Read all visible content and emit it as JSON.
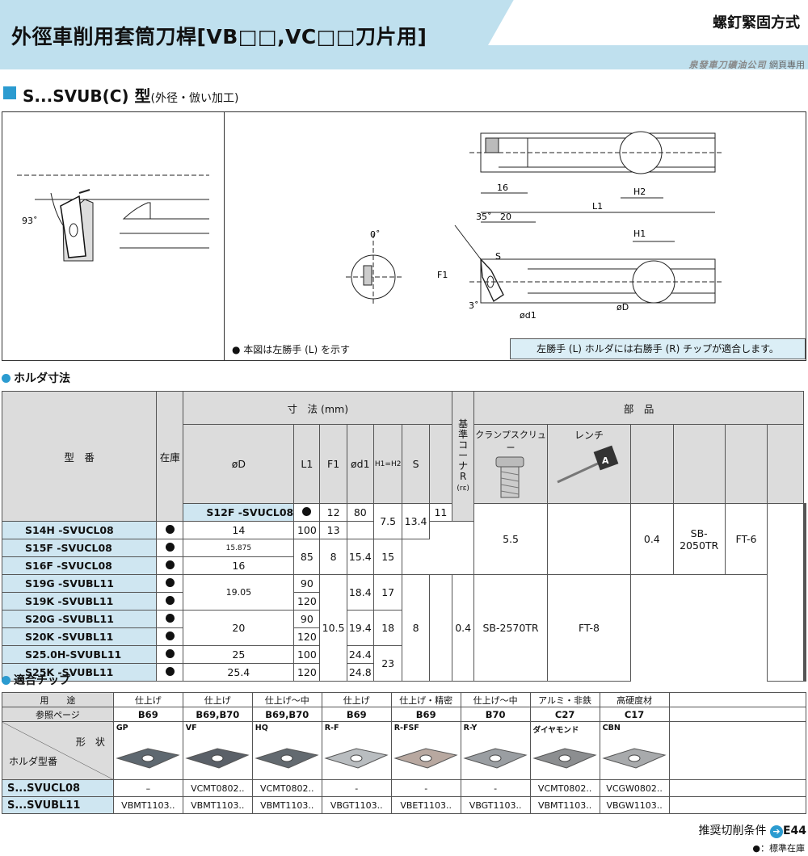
{
  "header": {
    "title": "外徑車削用套筒刀桿[VB□□,VC□□刀片用]",
    "right": "螺釘緊固方式",
    "company": "泉發車刀礦油公司",
    "company_suffix": "網頁專用"
  },
  "section": {
    "title": "S...SVUB(C) 型",
    "subtitle": "(外径・倣い加工)"
  },
  "diagram": {
    "note": "● 本図は左勝手 (L) を示す",
    "note2": "左勝手 (L) ホルダには右勝手 (R) チップが適合します。",
    "labels": {
      "angle93": "93˚",
      "angle0": "0˚",
      "d16": "16",
      "h2": "H2",
      "l1": "L1",
      "angle35": "35˚",
      "d20": "20",
      "h1": "H1",
      "s": "S",
      "f1": "F1",
      "angle3": "3˚",
      "d1": "ød1",
      "dD": "øD"
    }
  },
  "holder": {
    "heading": "ホルダ寸法",
    "headers": {
      "model": "型　番",
      "stock": "在庫",
      "dims": "寸　法 (mm)",
      "od": "øD",
      "l1": "L1",
      "f1": "F1",
      "d1": "ød1",
      "h1h2": "H1=H2",
      "s": "S",
      "basis": "基準コーナR",
      "basis_sub": "(rε)",
      "parts": "部　品",
      "clamp": "クランプスクリュー",
      "wrench": "レンチ"
    },
    "rows": [
      {
        "model": "S12F -SVUCL08",
        "od": "12",
        "l1": "80"
      },
      {
        "model": "S14H -SVUCL08",
        "od": "14",
        "l1": "100"
      },
      {
        "model": "S15F -SVUCL08",
        "od": "15.875"
      },
      {
        "model": "S16F -SVUCL08",
        "od": "16"
      },
      {
        "model": "S19G -SVUBL11",
        "l1": "90"
      },
      {
        "model": "S19K -SVUBL11",
        "l1": "120"
      },
      {
        "model": "S20G -SVUBL11",
        "l1": "90"
      },
      {
        "model": "S20K -SVUBL11",
        "l1": "120"
      },
      {
        "model": "S25.0H-SVUBL11",
        "od": "25",
        "l1": "100",
        "d1": "24.4"
      },
      {
        "model": "S25K -SVUBL11",
        "od": "25.4",
        "l1": "120",
        "d1": "24.8"
      }
    ],
    "merged": {
      "f1_a": "7.5",
      "d1_a": "13.4",
      "h_a1": "11",
      "h_a2": "13",
      "l1_b": "85",
      "f1_b": "8",
      "d1_b": "15.4",
      "h_b": "15",
      "s_a": "5.5",
      "r_a": "0.4",
      "clamp_a": "SB-2050TR",
      "wrench_a": "FT-6",
      "od_c": "19.05",
      "d1_c": "18.4",
      "h_c": "17",
      "od_d": "20",
      "d1_d": "19.4",
      "h_d": "18",
      "f1_c": "10.5",
      "h_e": "23",
      "s_b": "8",
      "r_b": "0.4",
      "clamp_b": "SB-2570TR",
      "wrench_b": "FT-8"
    }
  },
  "chips": {
    "heading": "適合チップ",
    "use_label": "用　　途",
    "ref_label": "参照ページ",
    "shape_label": "形　状",
    "holder_label": "ホルダ型番",
    "columns": [
      {
        "use": "仕上げ",
        "ref": "B69",
        "code": "GP",
        "color": "#5e6870"
      },
      {
        "use": "仕上げ",
        "ref": "B69,B70",
        "code": "VF",
        "color": "#5a6068"
      },
      {
        "use": "仕上げ～中",
        "ref": "B69,B70",
        "code": "HQ",
        "color": "#636a70"
      },
      {
        "use": "仕上げ",
        "ref": "B69",
        "code": "R-F",
        "color": "#b9bdc0"
      },
      {
        "use": "仕上げ・精密",
        "ref": "B69",
        "code": "R-FSF",
        "color": "#b8a8a0"
      },
      {
        "use": "仕上げ～中",
        "ref": "B70",
        "code": "R-Y",
        "color": "#9a9ea2"
      },
      {
        "use": "アルミ・非鉄",
        "ref": "C27",
        "code": "ダイヤモンド",
        "color": "#8c8e90"
      },
      {
        "use": "高硬度材",
        "ref": "C17",
        "code": "CBN",
        "color": "#a8aaac"
      }
    ],
    "rows": [
      {
        "model": "S...SVUCL08",
        "cells": [
          "–",
          "VCMT0802..",
          "VCMT0802..",
          "-",
          "-",
          "-",
          "VCMT0802..",
          "VCGW0802.."
        ]
      },
      {
        "model": "S...SVUBL11",
        "cells": [
          "VBMT1103..",
          "VBMT1103..",
          "VBMT1103..",
          "VBGT1103..",
          "VBET1103..",
          "VBGT1103..",
          "VBMT1103..",
          "VBGW1103.."
        ]
      }
    ]
  },
  "footer": {
    "cond": "推奨切削条件",
    "cond_ref": "E44",
    "legend": "●：標準在庫"
  }
}
